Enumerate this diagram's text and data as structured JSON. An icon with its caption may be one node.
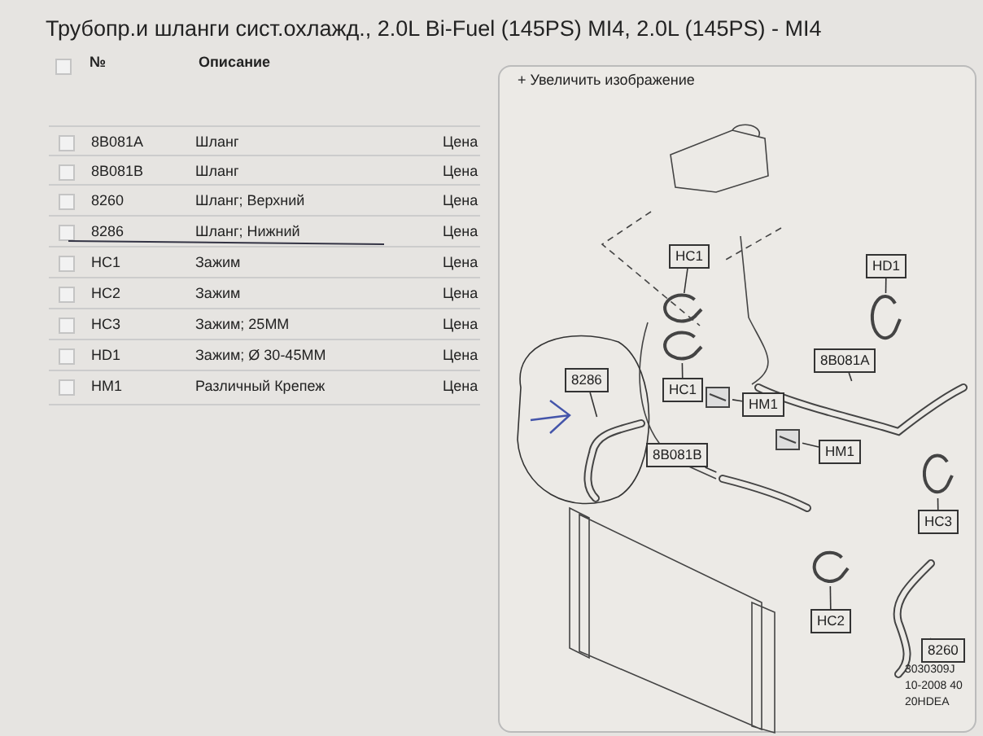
{
  "diagram": {
    "title": "Трубопр.и шланги сист.охлажд., 2.0L Bi-Fuel (145PS) MI4, 2.0L (145PS) - MI4",
    "nodes": [
      {
        "text": [
          "HC1"
        ]
      },
      {
        "text": [
          "HD1"
        ]
      },
      {
        "text": [
          "8286"
        ]
      },
      {
        "text": [
          "HC1"
        ]
      },
      {
        "text": [
          "8B081A"
        ]
      },
      {
        "text": [
          "HM1"
        ]
      },
      {
        "text": [
          "8B081B"
        ]
      },
      {
        "text": [
          "HM1"
        ]
      },
      {
        "text": [
          "HC3"
        ]
      },
      {
        "text": [
          "HC2"
        ]
      },
      {
        "text": [
          "8260"
        ]
      },
      {
        "text": [],
        "shape": "picture"
      },
      {
        "text": [],
        "shape": "picture"
      },
      {
        "text": [],
        "shape": "picture"
      },
      {
        "text": [],
        "shape": "picture"
      },
      {
        "text": [],
        "shape": "picture"
      },
      {
        "text": [],
        "shape": "picture"
      },
      {
        "text": [],
        "shape": "picture"
      },
      {
        "text": [],
        "shape": "picture"
      },
      {
        "text": [],
        "shape": "picture"
      },
      {
        "text": [],
        "shape": "picture"
      },
      {
        "text": [],
        "shape": "picture"
      }
    ],
    "edges": [
      {
        "from": 0,
        "to": 11,
        "arrow": "none"
      },
      {
        "from": 1,
        "to": 12,
        "arrow": "none"
      },
      {
        "from": 2,
        "to": 13,
        "arrow": "none"
      },
      {
        "from": 3,
        "to": 14,
        "arrow": "none"
      },
      {
        "from": 4,
        "to": 15,
        "arrow": "none"
      },
      {
        "from": 5,
        "to": 16,
        "arrow": "none"
      },
      {
        "from": 6,
        "to": 17,
        "arrow": "none"
      },
      {
        "from": 7,
        "to": 18,
        "arrow": "none"
      },
      {
        "from": 8,
        "to": 19,
        "arrow": "none"
      },
      {
        "from": 9,
        "to": 20,
        "arrow": "none"
      },
      {
        "from": 10,
        "to": 21,
        "arrow": "none"
      }
    ],
    "labels": [
      "№",
      "Описание",
      "8B081A",
      "Шланг",
      "Цена",
      "8B081B",
      "Шланг",
      "Цена",
      "8260",
      "Шланг; Верхний",
      "Цена",
      "8286",
      "Шланг; Нижний",
      "Цена",
      "HC1",
      "Зажим",
      "Цена",
      "HC2",
      "Зажим",
      "Цена",
      "HC3",
      "Зажим; 25MM",
      "Цена",
      "HD1",
      "Зажим; Ø 30-45MM",
      "Цена",
      "HM1",
      "Различный Крепеж",
      "Цена",
      "+ Увеличить изображение",
      "3030309J",
      "10-2008 40",
      "20HDEA"
    ]
  }
}
